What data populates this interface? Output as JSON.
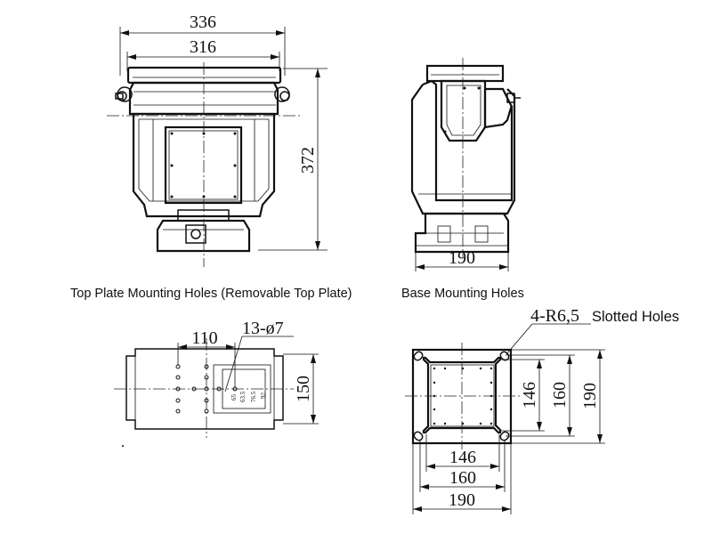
{
  "captions": {
    "top_plate": "Top Plate Mounting Holes (Removable Top Plate)",
    "base": "Base Mounting Holes",
    "slotted": "Slotted Holes"
  },
  "dimensions": {
    "front_overall_width": "336",
    "front_width": "316",
    "front_height": "372",
    "side_base_width": "190",
    "top_hole_spacing": "110",
    "top_holes": "13-ø7",
    "top_plate_depth": "150",
    "base_slots": "4-R6,5",
    "base_inner_v": "146",
    "base_mid_v": "160",
    "base_outer_v": "190",
    "base_inner_h": "146",
    "base_mid_h": "160",
    "base_outer_h": "190",
    "small_dims": [
      "65",
      "63.5",
      "76.5",
      "92"
    ]
  }
}
